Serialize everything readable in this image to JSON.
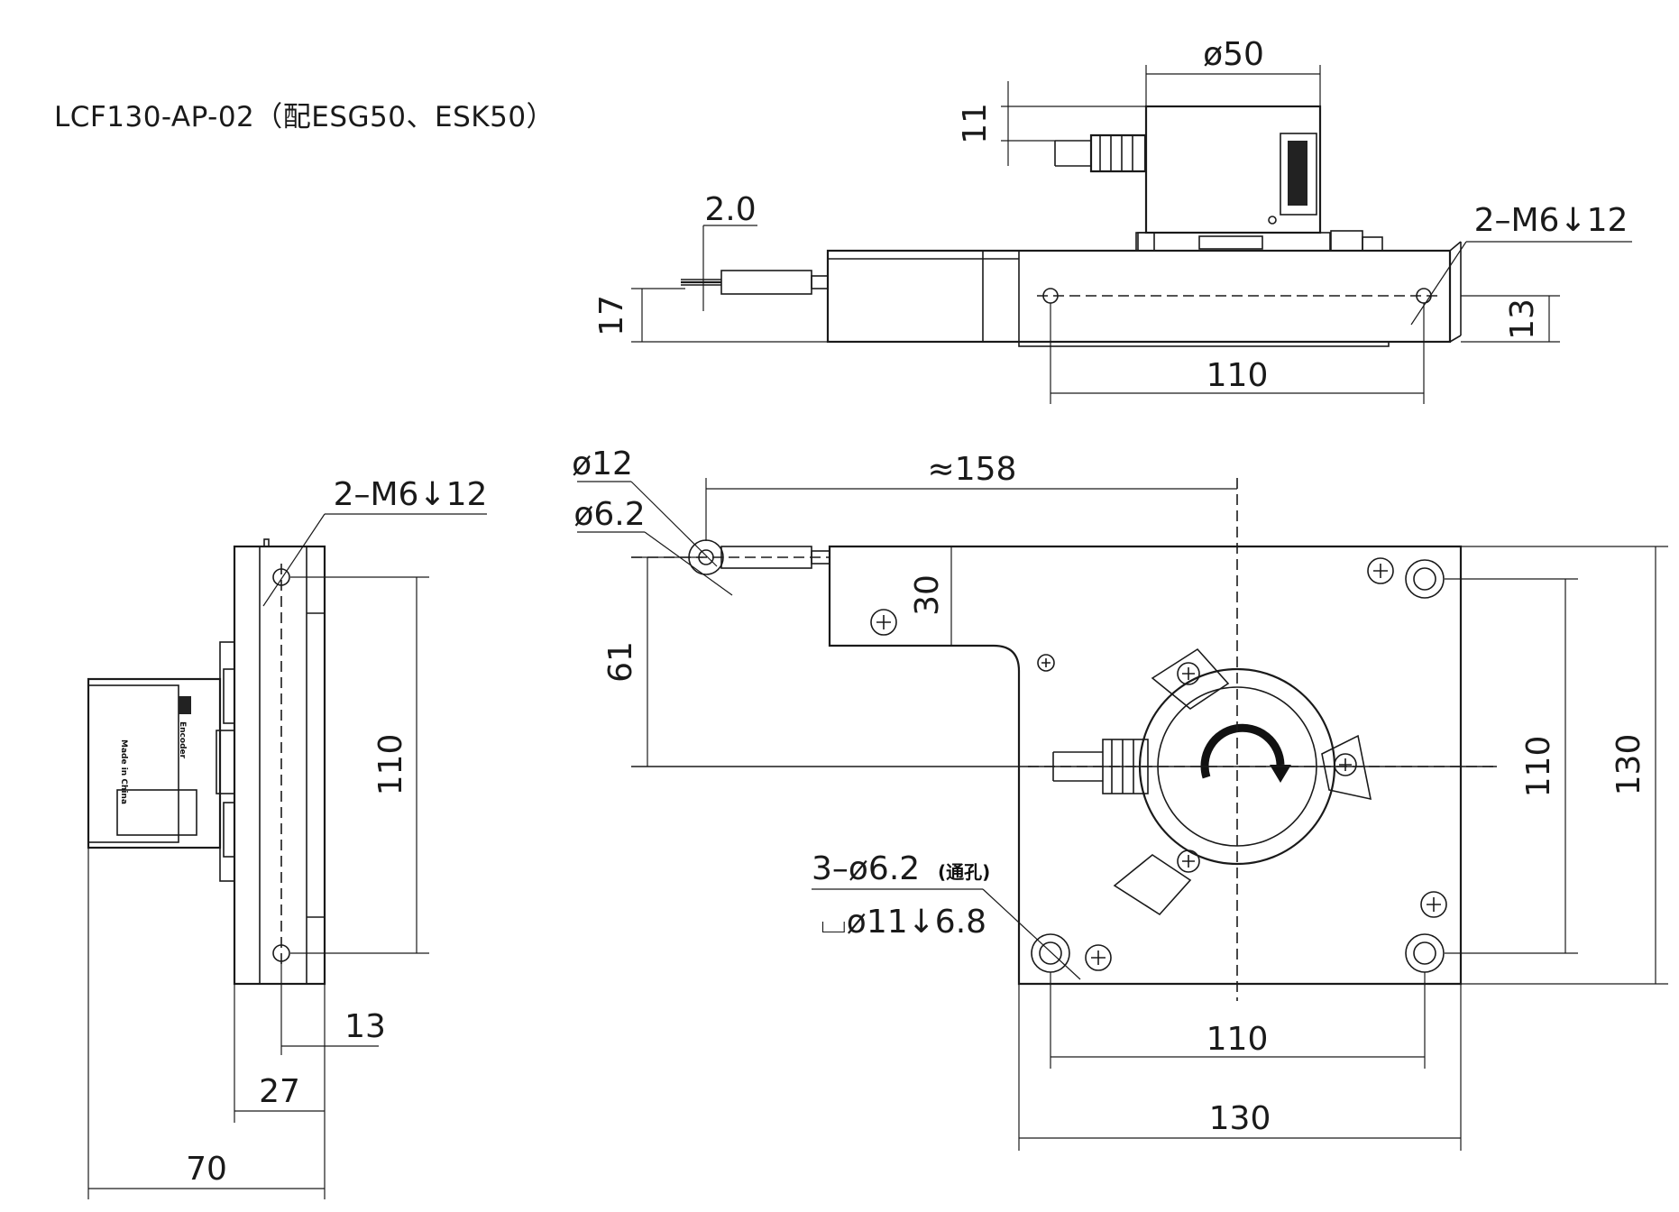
{
  "title": "LCF130-AP-02（配ESG50、ESK50）",
  "top_view": {
    "d_phi50": "ø50",
    "d_11": "11",
    "d_2_0": "2.0",
    "d_17": "17",
    "d_2m6": "2–M6↓12",
    "d_13": "13",
    "d_110": "110"
  },
  "side_view": {
    "d_2m6": "2–M6↓12",
    "d_110": "110",
    "d_13": "13",
    "d_27": "27",
    "d_70": "70",
    "label_encoder": "Encoder",
    "label_made": "Made in China"
  },
  "front_view": {
    "d_phi12": "ø12",
    "d_phi6_2": "ø6.2",
    "d_158": "≈158",
    "d_30": "30",
    "d_61": "61",
    "d_holes": "3–ø6.2",
    "d_holes_note": "(通孔)",
    "d_cbore": "⌴ø11↓6.8",
    "d_110_right": "110",
    "d_130_right": "130",
    "d_110_bottom": "110",
    "d_130_bottom": "130"
  }
}
